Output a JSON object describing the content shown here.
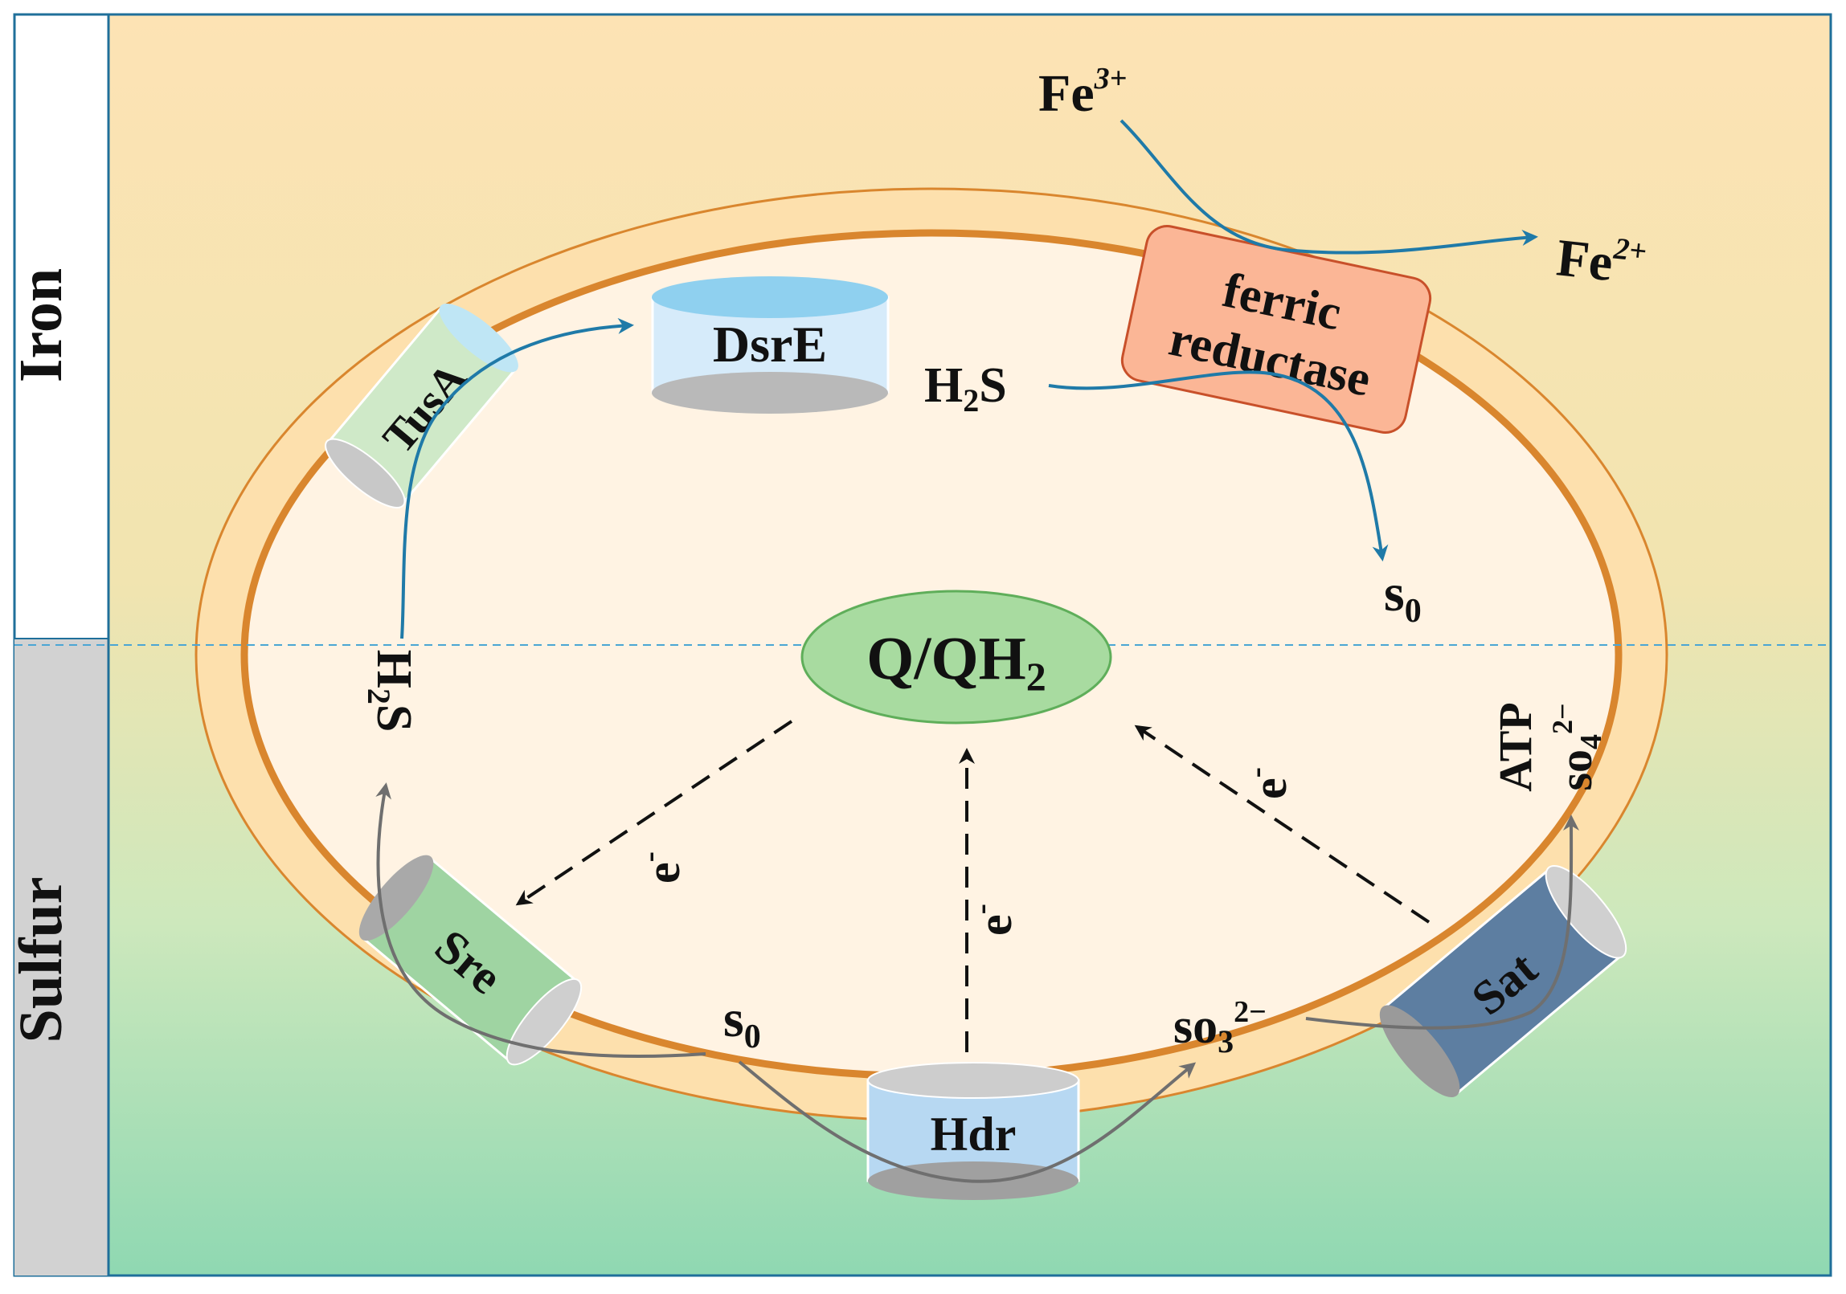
{
  "bands": {
    "iron": "Iron",
    "sulfur": "Sulfur"
  },
  "colors": {
    "background_top": "#fde3b4",
    "background_bottom": "#8fd8b2",
    "frame": "#1f6f9a",
    "membrane": "#d9862e",
    "cytoplasm": "#fff3e3",
    "blue_arrow": "#1f7aa8",
    "gray_arrow": "#6f6f6f",
    "ferric_box": "#fbb696",
    "qbox": "#a8dba0",
    "hdr": "#b7d8f2",
    "sat": "#5d7ea1"
  },
  "proteins": {
    "tusa": "TusA",
    "dsre": "DsrE",
    "ferric_line1": "ferric",
    "ferric_line2": "reductase",
    "sre": "Sre",
    "hdr": "Hdr",
    "sat": "Sat",
    "quinone_base": "Q/QH",
    "quinone_sub": "2"
  },
  "chemicals": {
    "fe3_base": "Fe",
    "fe3_sup": "3+",
    "fe2_base": "Fe",
    "fe2_sup": "2+",
    "h2s_top_h": "H",
    "h2s_top_sub": "2",
    "h2s_top_s": "S",
    "s0_top_base": "s",
    "s0_top_sub": "0",
    "h2s_left_h": "H",
    "h2s_left_sub": "2",
    "h2s_left_s": "S",
    "s0_bottom_base": "s",
    "s0_bottom_sub": "0",
    "so3_base": "so",
    "so3_sub": "3",
    "so3_sup": "2−",
    "atp": "ATP",
    "so4_base": "so",
    "so4_sub": "4",
    "so4_sup": "2−"
  },
  "electrons": {
    "left": "e",
    "left_sup": "-",
    "center": "e",
    "center_sup": "-",
    "right": "e",
    "right_sup": "-"
  }
}
